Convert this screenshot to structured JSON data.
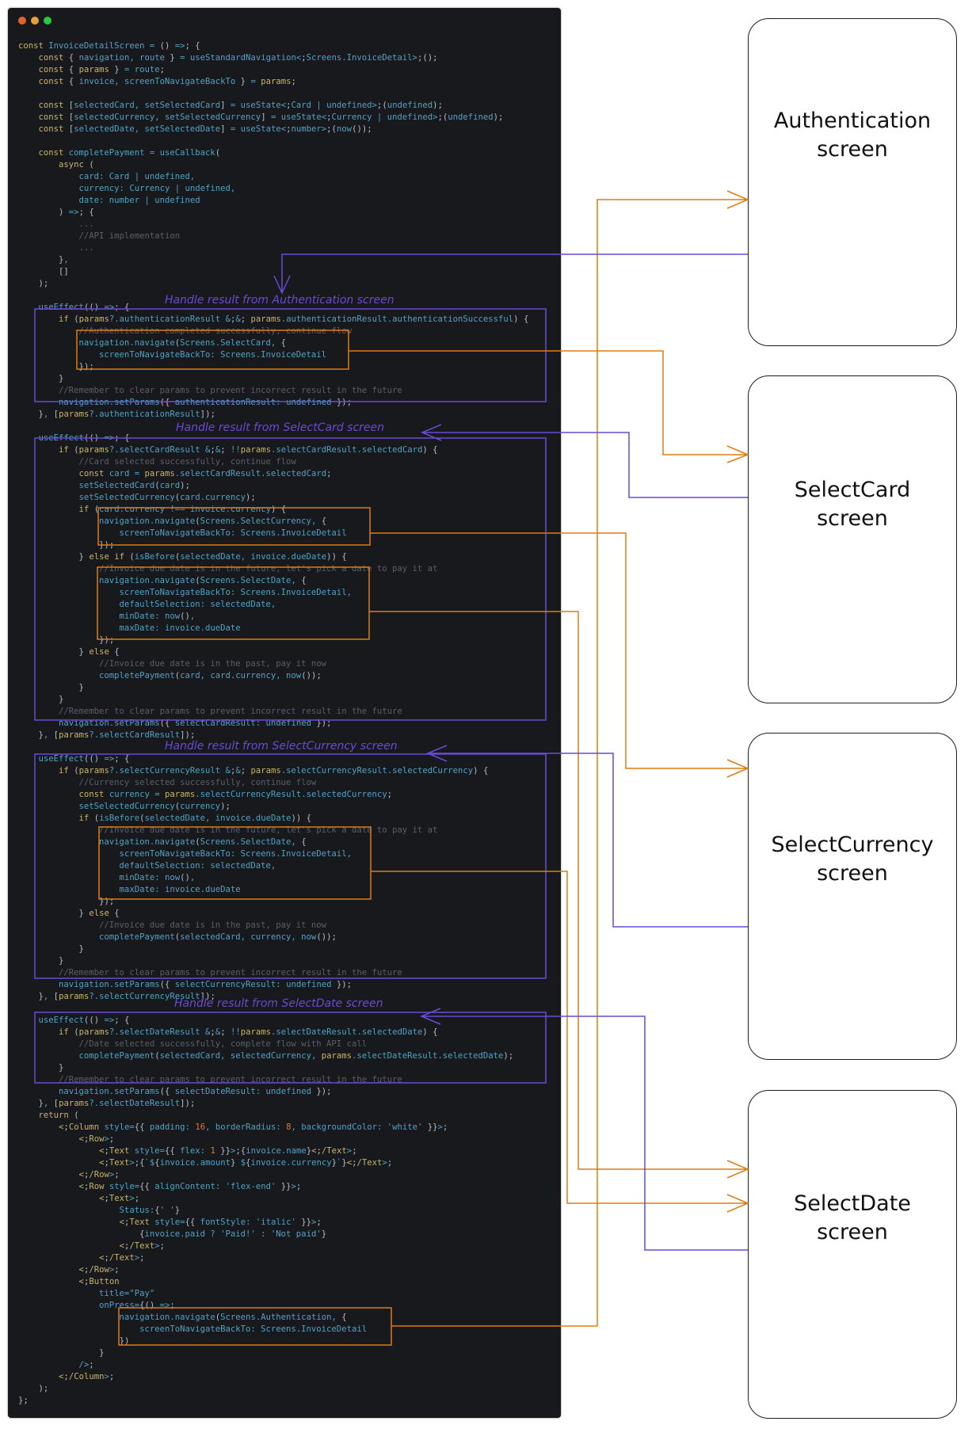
{
  "window": {
    "traffic_lights": [
      {
        "name": "close",
        "color": "#e0622f"
      },
      {
        "name": "minimize",
        "color": "#e8a13a"
      },
      {
        "name": "maximize",
        "color": "#27c93f"
      }
    ]
  },
  "colors": {
    "navigate_arrow": "#e07b12",
    "result_arrow": "#6b4ad6",
    "panel_bg": "#18191c"
  },
  "annotations": [
    "Handle result from Authentication screen",
    "Handle result from SelectCard screen",
    "Handle result from SelectCurrency screen",
    "Handle result from SelectDate screen"
  ],
  "screens": [
    {
      "line1": "Authentication",
      "line2": "screen"
    },
    {
      "line1": "SelectCard",
      "line2": "screen"
    },
    {
      "line1": "SelectCurrency",
      "line2": "screen"
    },
    {
      "line1": "SelectDate",
      "line2": "screen"
    }
  ],
  "code_lines": [
    "const InvoiceDetailScreen = () => {",
    "    const { navigation, route } = useStandardNavigation<Screens.InvoiceDetail>();",
    "    const { params } = route;",
    "    const { invoice, screenToNavigateBackTo } = params;",
    "",
    "    const [selectedCard, setSelectedCard] = useState<Card | undefined>(undefined);",
    "    const [selectedCurrency, setSelectedCurrency] = useState<Currency | undefined>(undefined);",
    "    const [selectedDate, setSelectedDate] = useState<number>(now());",
    "",
    "    const completePayment = useCallback(",
    "        async (",
    "            card: Card | undefined,",
    "            currency: Currency | undefined,",
    "            date: number | undefined",
    "        ) => {",
    "            ...",
    "            //API implementation",
    "            ...",
    "        },",
    "        []",
    "    );",
    "",
    "    useEffect(() => {",
    "        if (params?.authenticationResult && params.authenticationResult.authenticationSuccessful) {",
    "            //Authentication completed successfully, continue flow",
    "            navigation.navigate(Screens.SelectCard, {",
    "                screenToNavigateBackTo: Screens.InvoiceDetail",
    "            });",
    "        }",
    "        //Remember to clear params to prevent incorrect result in the future",
    "        navigation.setParams({ authenticationResult: undefined });",
    "    }, [params?.authenticationResult]);",
    "",
    "    useEffect(() => {",
    "        if (params?.selectCardResult && !!params.selectCardResult.selectedCard) {",
    "            //Card selected successfully, continue flow",
    "            const card = params.selectCardResult.selectedCard;",
    "            setSelectedCard(card);",
    "            setSelectedCurrency(card.currency);",
    "            if (card.currency !== invoice.currency) {",
    "                navigation.navigate(Screens.SelectCurrency, {",
    "                    screenToNavigateBackTo: Screens.InvoiceDetail",
    "                });",
    "            } else if (isBefore(selectedDate, invoice.dueDate)) {",
    "                //Invoice due date is in the future, let's pick a date to pay it at",
    "                navigation.navigate(Screens.SelectDate, {",
    "                    screenToNavigateBackTo: Screens.InvoiceDetail,",
    "                    defaultSelection: selectedDate,",
    "                    minDate: now(),",
    "                    maxDate: invoice.dueDate",
    "                });",
    "            } else {",
    "                //Invoice due date is in the past, pay it now",
    "                completePayment(card, card.currency, now());",
    "            }",
    "        }",
    "        //Remember to clear params to prevent incorrect result in the future",
    "        navigation.setParams({ selectCardResult: undefined });",
    "    }, [params?.selectCardResult]);",
    "",
    "    useEffect(() => {",
    "        if (params?.selectCurrencyResult && params.selectCurrencyResult.selectedCurrency) {",
    "            //Currency selected successfully, continue flow",
    "            const currency = params.selectCurrencyResult.selectedCurrency;",
    "            setSelectedCurrency(currency);",
    "            if (isBefore(selectedDate, invoice.dueDate)) {",
    "                //Invoice due date is in the future, let's pick a date to pay it at",
    "                navigation.navigate(Screens.SelectDate, {",
    "                    screenToNavigateBackTo: Screens.InvoiceDetail,",
    "                    defaultSelection: selectedDate,",
    "                    minDate: now(),",
    "                    maxDate: invoice.dueDate",
    "                });",
    "            } else {",
    "                //Invoice due date is in the past, pay it now",
    "                completePayment(selectedCard, currency, now());",
    "            }",
    "        }",
    "        //Remember to clear params to prevent incorrect result in the future",
    "        navigation.setParams({ selectCurrencyResult: undefined });",
    "    }, [params?.selectCurrencyResult]);",
    "",
    "    useEffect(() => {",
    "        if (params?.selectDateResult && !!params.selectDateResult.selectedDate) {",
    "            //Date selected successfully, complete flow with API call",
    "            completePayment(selectedCard, selectedCurrency, params.selectDateResult.selectedDate);",
    "        }",
    "        //Remember to clear params to prevent incorrect result in the future",
    "        navigation.setParams({ selectDateResult: undefined });",
    "    }, [params?.selectDateResult]);",
    "    return (",
    "        <Column style={{ padding: 16, borderRadius: 8, backgroundColor: 'white' }}>",
    "            <Row>",
    "                <Text style={{ flex: 1 }}>{invoice.name}</Text>",
    "                <Text>{`${invoice.amount} ${invoice.currency}`}</Text>",
    "            </Row>",
    "            <Row style={{ alignContent: 'flex-end' }}>",
    "                <Text>",
    "                    Status:{' '}",
    "                    <Text style={{ fontStyle: 'italic' }}>",
    "                        {invoice.paid ? 'Paid!' : 'Not paid'}",
    "                    </Text>",
    "                </Text>",
    "            </Row>",
    "            <Button",
    "                title=\"Pay\"",
    "                onPress={() =>",
    "                    navigation.navigate(Screens.Authentication, {",
    "                        screenToNavigateBackTo: Screens.InvoiceDetail",
    "                    })",
    "                }",
    "            />",
    "        </Column>",
    "    );",
    "};"
  ]
}
